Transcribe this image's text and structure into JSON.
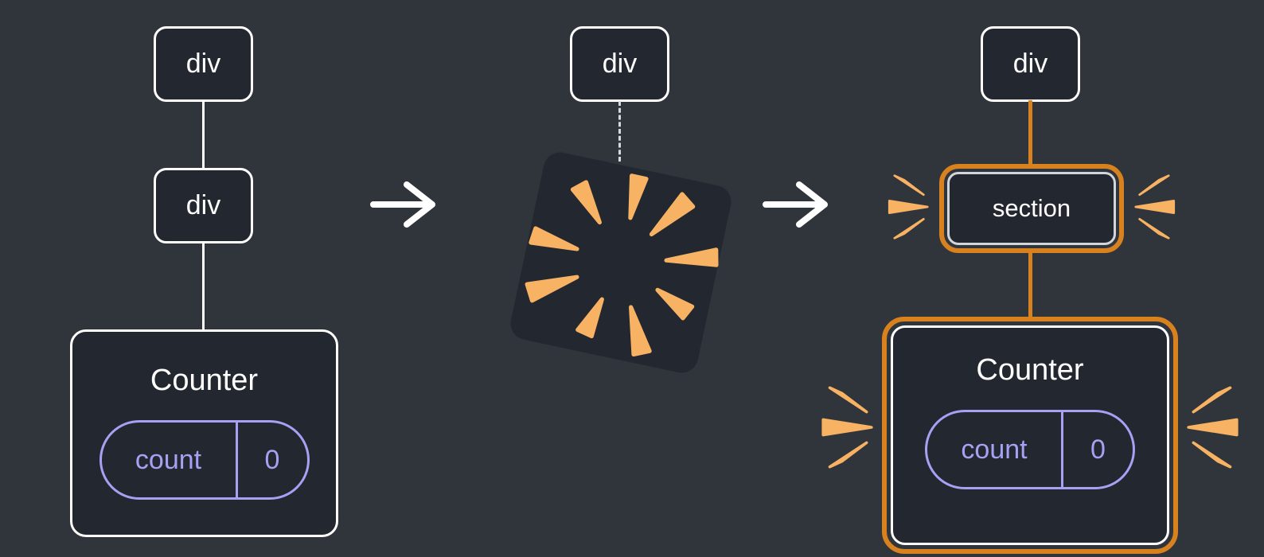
{
  "colors": {
    "background": "#30353c",
    "node_bg": "#23272f",
    "node_border": "#ffffff",
    "text": "#ffffff",
    "state_accent": "#a6a1f3",
    "highlight": "#d8821f",
    "spark": "#f8b263",
    "dashed_line": "#d6dade",
    "section_inner_border": "#d2d6db"
  },
  "before_tree": {
    "root": "div",
    "child": "div",
    "component": {
      "title": "Counter",
      "state_key": "count",
      "state_value": "0"
    }
  },
  "transition": {
    "root": "div"
  },
  "after_tree": {
    "root": "div",
    "child": "section",
    "component": {
      "title": "Counter",
      "state_key": "count",
      "state_value": "0"
    }
  },
  "icons": {
    "arrow": "right-arrow",
    "burst": "destroyed-component-spark-burst",
    "cluster": "highlight-spark-cluster"
  }
}
